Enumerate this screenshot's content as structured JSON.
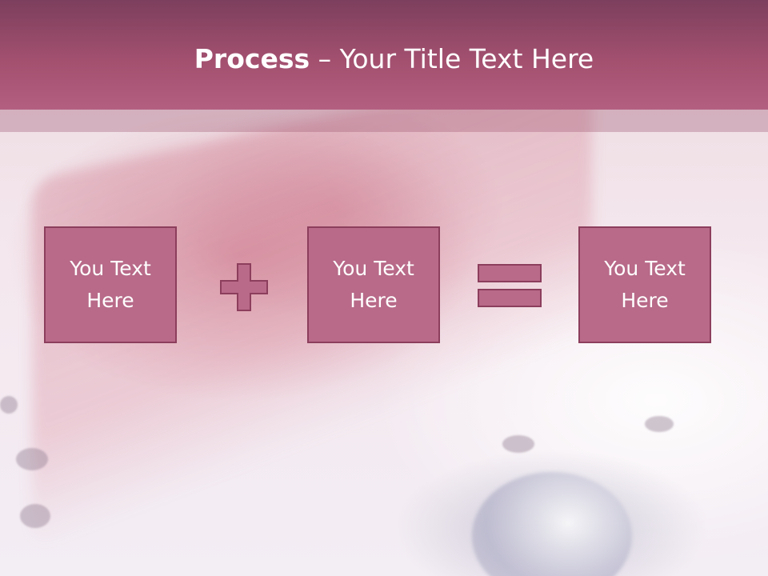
{
  "slide": {
    "title_bold": "Process",
    "title_rest": " – Your Title Text Here"
  },
  "boxes": [
    {
      "line1": "You Text",
      "line2": "Here"
    },
    {
      "line1": "You Text",
      "line2": "Here"
    },
    {
      "line1": "You Text",
      "line2": "Here"
    }
  ],
  "operators": [
    "plus-icon",
    "equals-icon"
  ],
  "colors": {
    "header": "#a3506f",
    "box_fill": "#b86a88",
    "box_border": "#8c3e5c",
    "text": "#ffffff"
  }
}
